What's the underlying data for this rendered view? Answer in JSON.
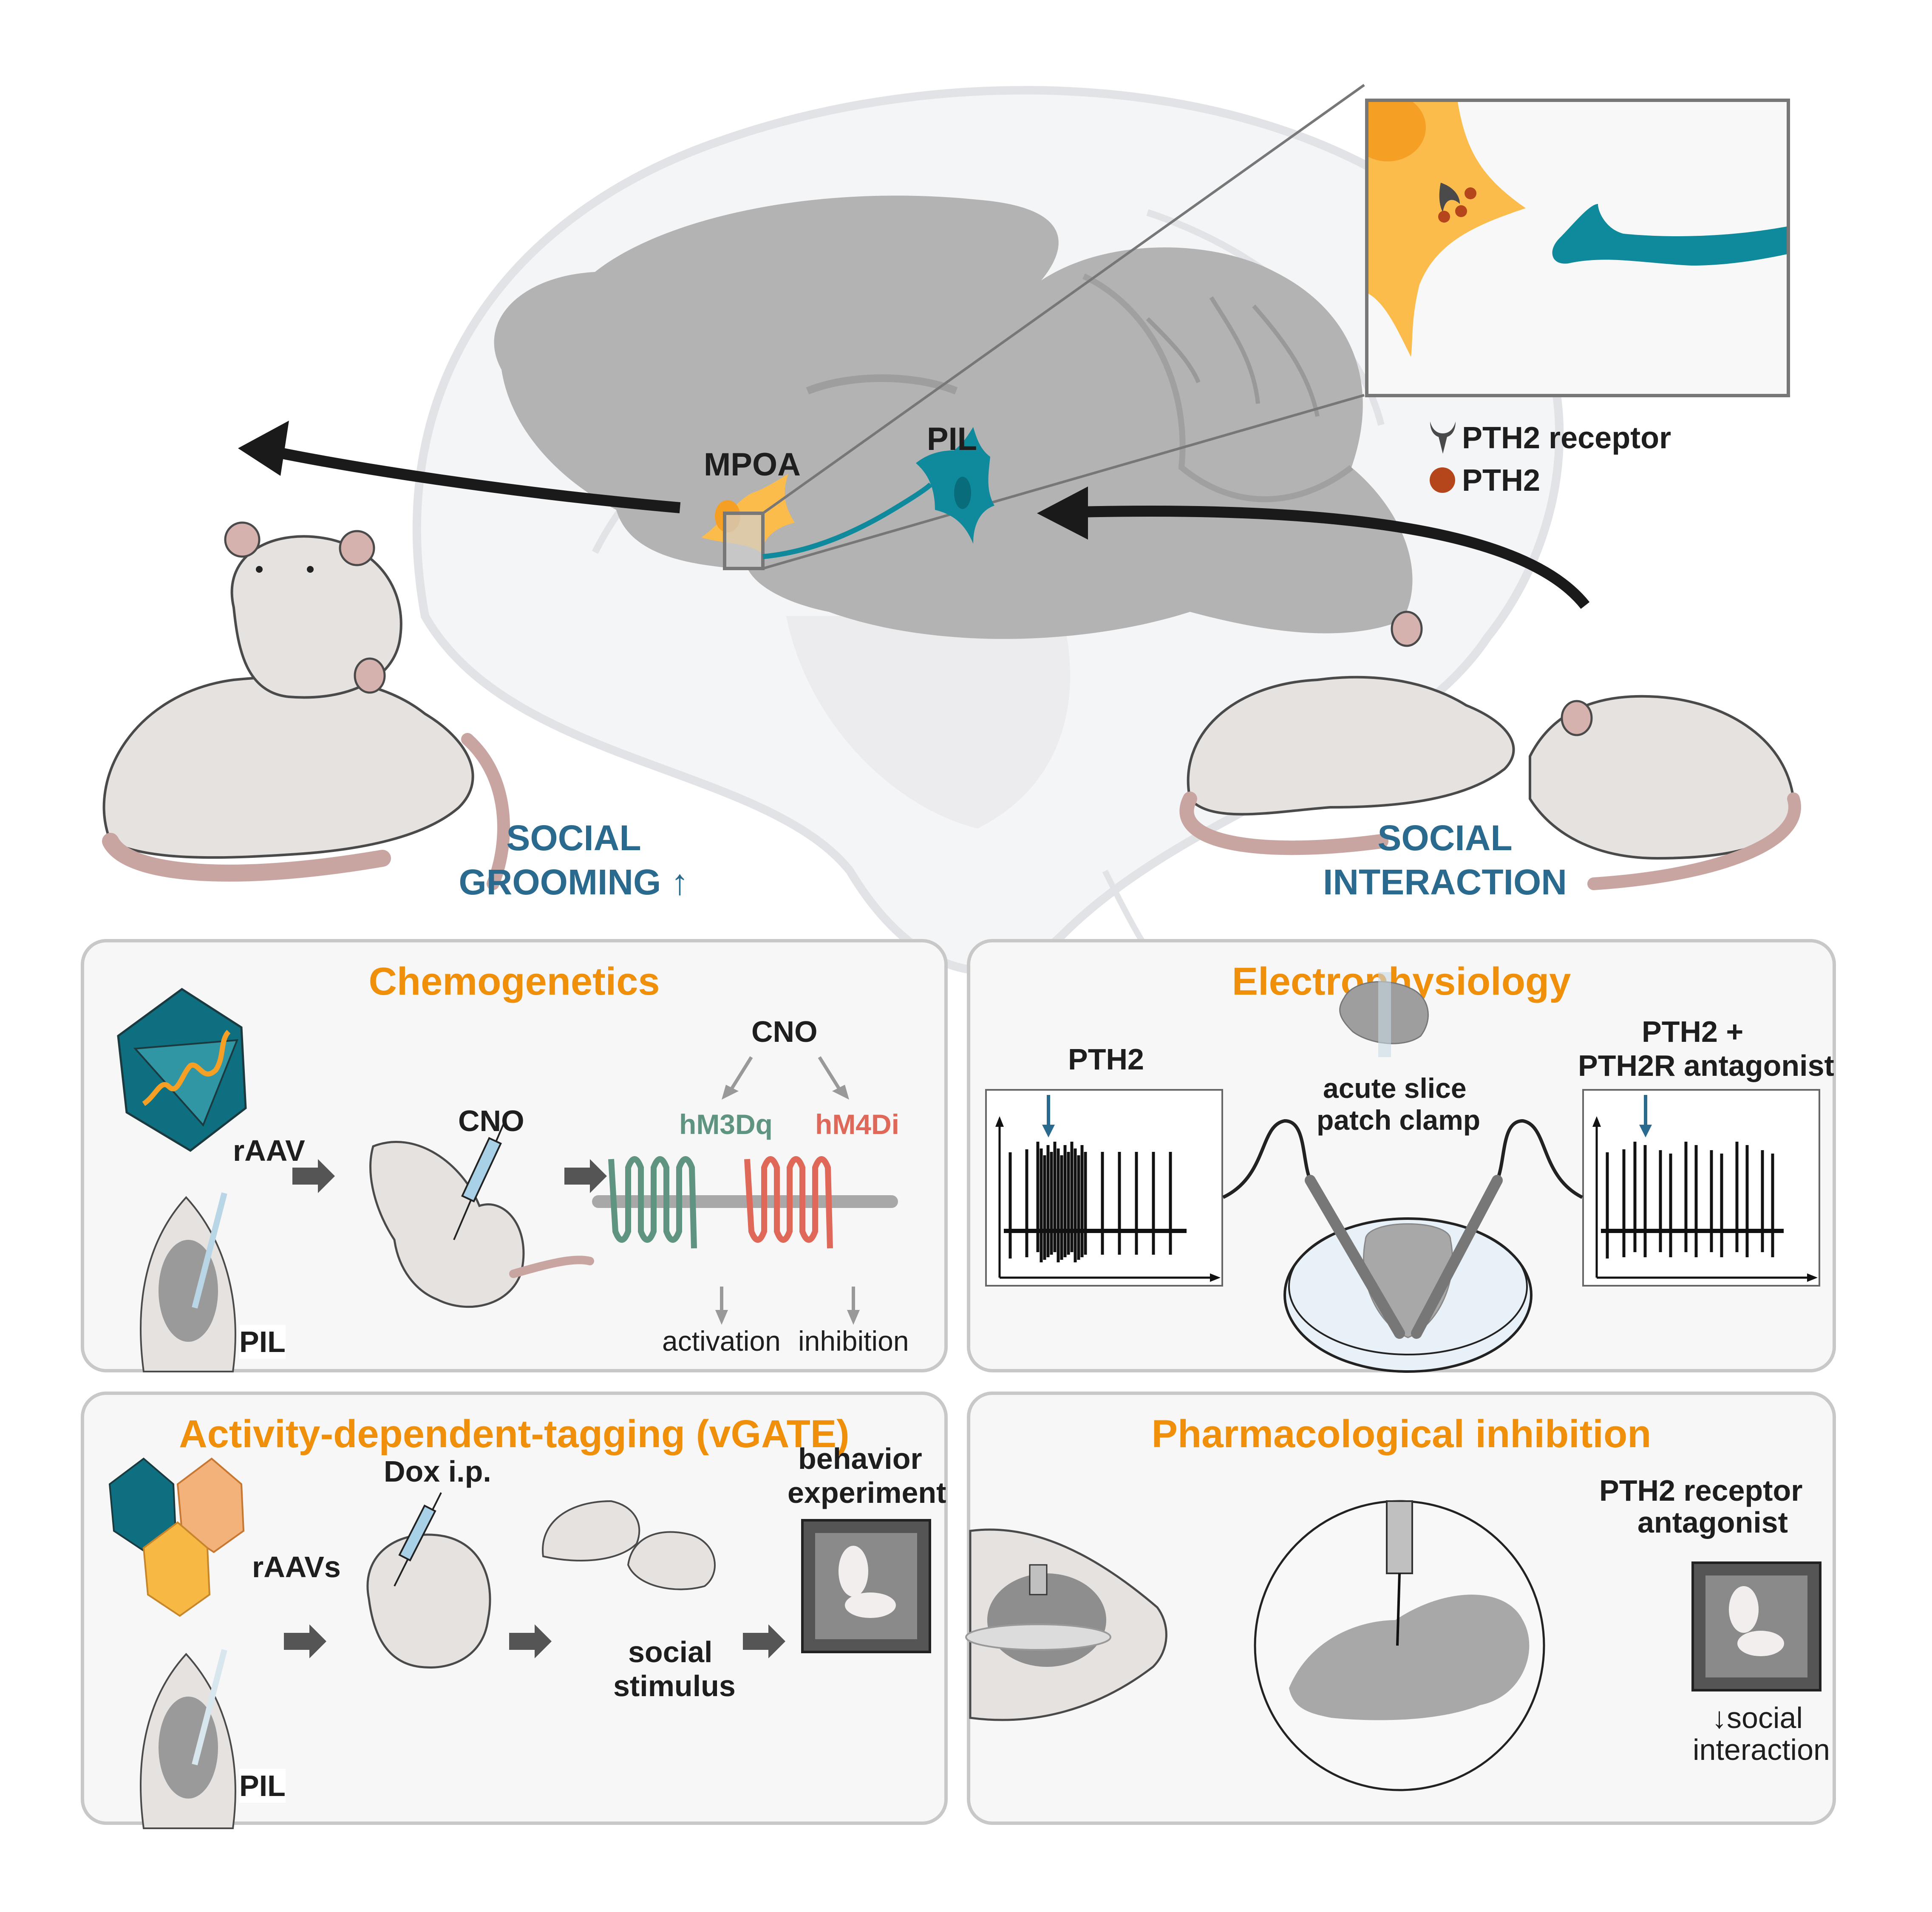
{
  "top": {
    "region_labels": {
      "mpoa": "MPOA",
      "pil": "PIL"
    },
    "legend": [
      {
        "icon": "receptor-icon",
        "label": "PTH2 receptor"
      },
      {
        "icon": "peptide-dot-icon",
        "label": "PTH2"
      }
    ],
    "left_outcome": {
      "line1": "SOCIAL",
      "line2": "GROOMING",
      "arrow": "↑"
    },
    "right_outcome": {
      "line1": "SOCIAL",
      "line2": "INTERACTION"
    }
  },
  "panels": {
    "chemogenetics": {
      "title": "Chemogenetics",
      "virus_label": "rAAV",
      "target_label": "PIL",
      "injection_label": "CNO",
      "cno_top": "CNO",
      "receptor_a": "hM3Dq",
      "receptor_b": "hM4Di",
      "outcome_a": "activation",
      "outcome_b": "inhibition"
    },
    "electrophysiology": {
      "title": "Electrophysiology",
      "left_trace_label": "PTH2",
      "right_trace_label_1": "PTH2 +",
      "right_trace_label_2": "PTH2R antagonist",
      "center_label_1": "acute slice",
      "center_label_2": "patch clamp"
    },
    "vgate": {
      "title": "Activity-dependent-tagging (vGATE)",
      "virus_label": "rAAVs",
      "target_label": "PIL",
      "injection_label": "Dox i.p.",
      "stimulus_1": "social",
      "stimulus_2": "stimulus",
      "behavior_1": "behavior",
      "behavior_2": "experiment"
    },
    "pharmacology": {
      "title": "Pharmacological inhibition",
      "drug_1": "PTH2 receptor",
      "drug_2": "antagonist",
      "result_arrow": "↓",
      "result_1": "social",
      "result_2": "interaction"
    }
  },
  "colors": {
    "accent_orange": "#f0900a",
    "teal": "#0e8a9c",
    "neuron_yellow": "#fbbc4c",
    "peptide_red": "#b5451b",
    "outcome_blue": "#2a6a8f",
    "hm3dq_green": "#5f9580",
    "hm4di_red": "#e06858"
  }
}
